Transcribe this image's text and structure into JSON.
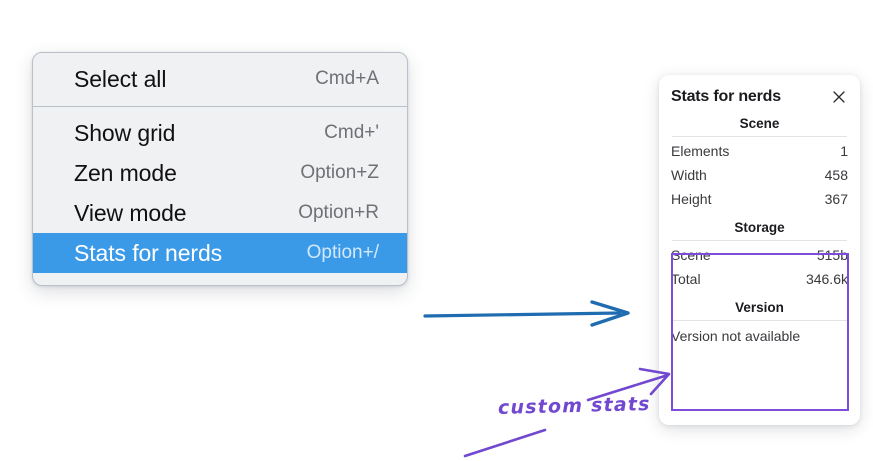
{
  "menu": {
    "groups": [
      {
        "items": [
          {
            "label": "Select all",
            "shortcut": "Cmd+A",
            "selected": false
          }
        ]
      },
      {
        "items": [
          {
            "label": "Show grid",
            "shortcut": "Cmd+'",
            "selected": false
          },
          {
            "label": "Zen mode",
            "shortcut": "Option+Z",
            "selected": false
          },
          {
            "label": "View mode",
            "shortcut": "Option+R",
            "selected": false
          },
          {
            "label": "Stats for nerds",
            "shortcut": "Option+/",
            "selected": true
          }
        ]
      }
    ],
    "highlight_color": "#3b9ae8"
  },
  "stats_panel": {
    "title": "Stats for nerds",
    "close_icon": "close-icon",
    "sections": [
      {
        "heading": "Scene",
        "rows": [
          {
            "key": "Elements",
            "value": "1"
          },
          {
            "key": "Width",
            "value": "458"
          },
          {
            "key": "Height",
            "value": "367"
          }
        ]
      },
      {
        "heading": "Storage",
        "rows": [
          {
            "key": "Scene",
            "value": "515b"
          },
          {
            "key": "Total",
            "value": "346.6k"
          }
        ]
      },
      {
        "heading": "Version",
        "plain_rows": [
          "Version not available"
        ]
      }
    ]
  },
  "annotations": {
    "handwritten_label": "custom stats",
    "blue_arrow_color": "#1f6cb0",
    "purple_arrow_color": "#7148cf",
    "highlight_box_color": "#7c4ddb"
  }
}
